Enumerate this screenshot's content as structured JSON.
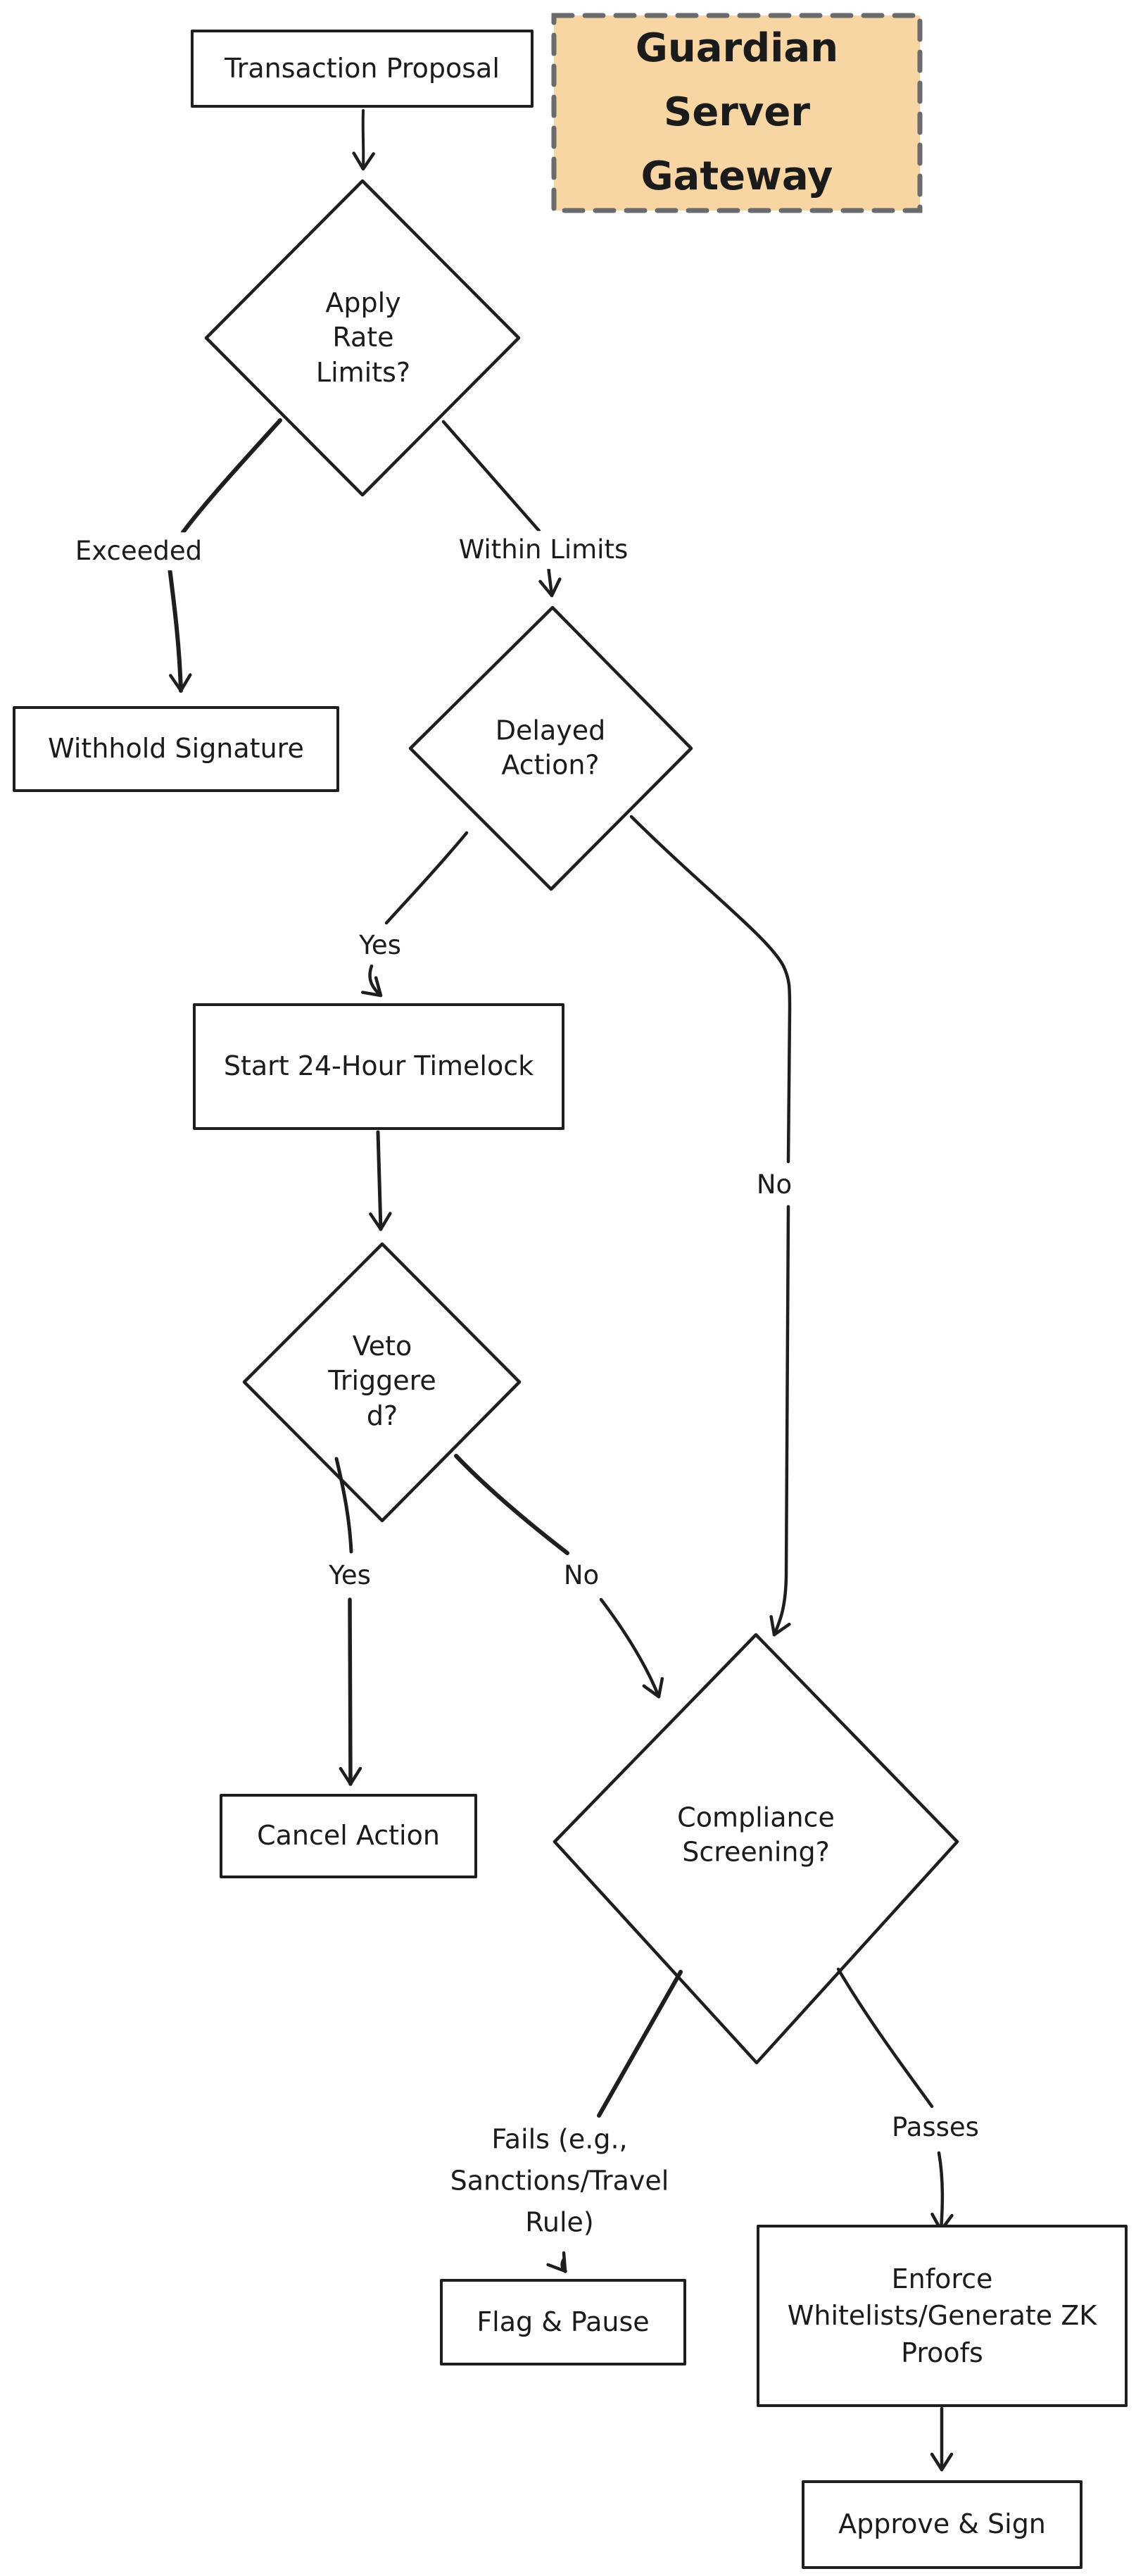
{
  "diagram": {
    "title": "Guardian\nServer\nGateway",
    "nodes": {
      "transaction_proposal": "Transaction Proposal",
      "apply_rate_limits": "Apply\nRate\nLimits?",
      "withhold_signature": "Withhold Signature",
      "delayed_action": "Delayed\nAction?",
      "start_timelock": "Start 24-Hour Timelock",
      "veto_triggered": "Veto\nTriggere\nd?",
      "cancel_action": "Cancel Action",
      "compliance_screening": "Compliance\nScreening?",
      "flag_pause": "Flag & Pause",
      "enforce_whitelists": "Enforce\nWhitelists/Generate ZK\nProofs",
      "approve_sign": "Approve & Sign"
    },
    "edge_labels": {
      "exceeded": "Exceeded",
      "within_limits": "Within Limits",
      "yes_delayed": "Yes",
      "no_delayed": "No",
      "yes_veto": "Yes",
      "no_veto": "No",
      "fails": "Fails (e.g.,\nSanctions/Travel\nRule)",
      "passes": "Passes"
    },
    "colors": {
      "stroke": "#1e1e1e",
      "text": "#1b1b1b",
      "title_fill": "#f8d6a4",
      "title_border": "#6b6b6b",
      "node_fill": "#ffffff",
      "background": "#ffffff"
    }
  }
}
